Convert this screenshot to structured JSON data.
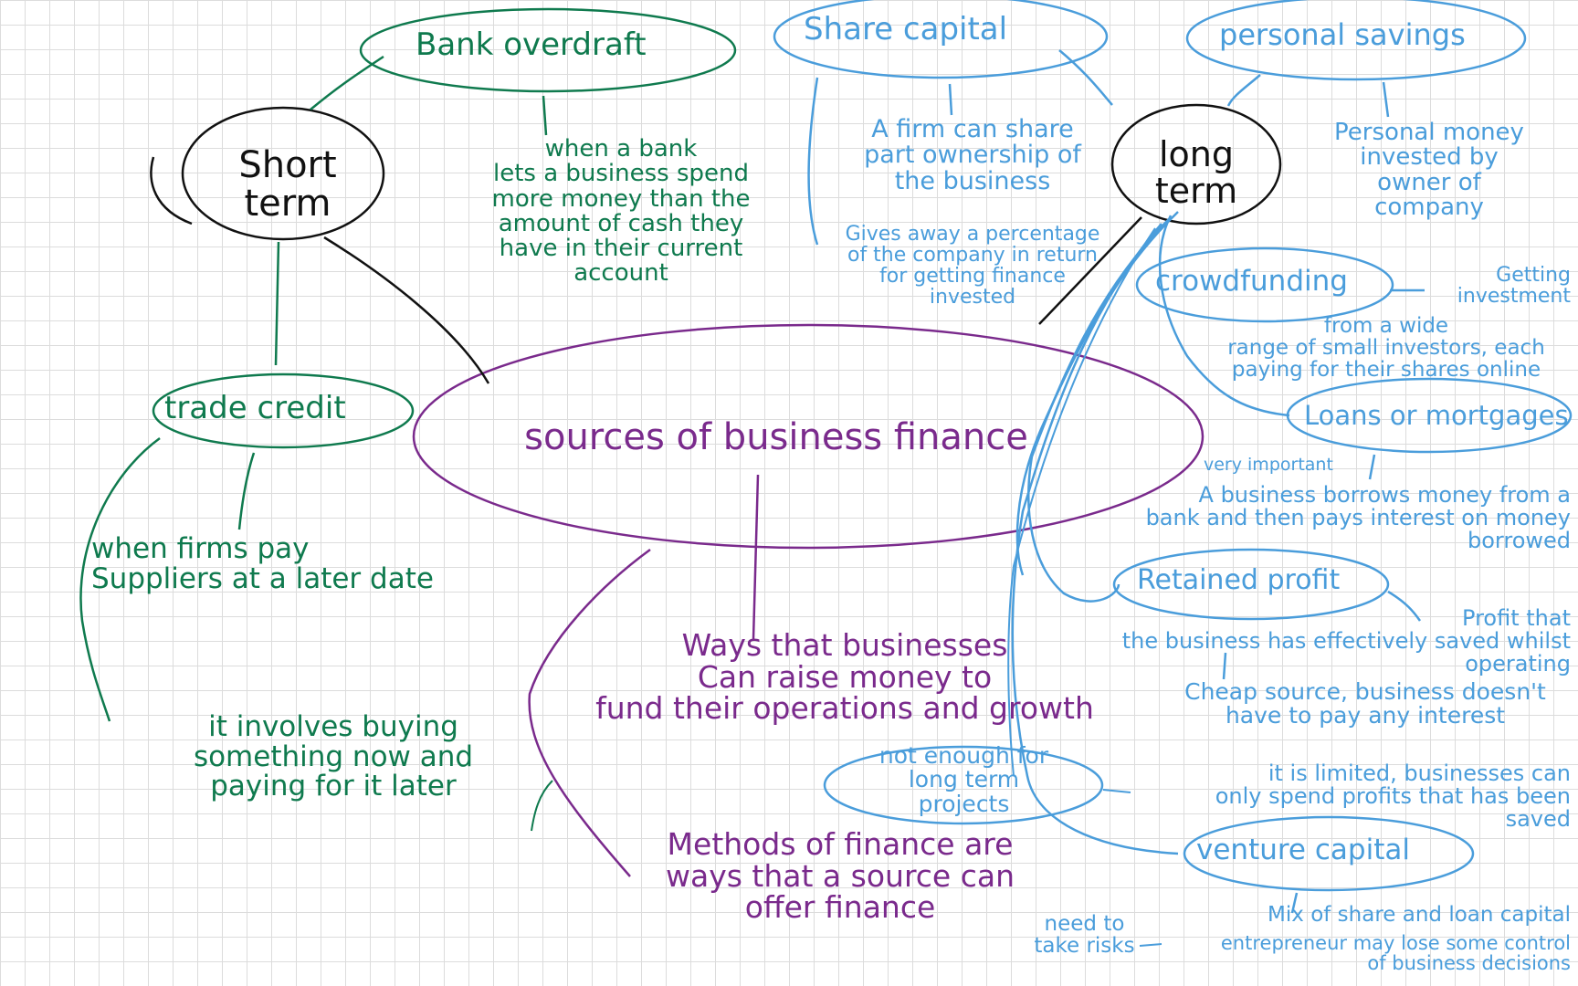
{
  "central": {
    "title": "sources of business finance",
    "definition": "Ways that businesses\nCan raise money to\nfund their operations and growth",
    "methods": "Methods of finance are\nways that a source can\noffer finance"
  },
  "short_term": {
    "label": "Short\nterm",
    "bank_overdraft": {
      "title": "Bank overdraft",
      "note": "when a bank\nlets a business spend\nmore money than the\namount of cash they\nhave in their current\naccount"
    },
    "trade_credit": {
      "title": "trade credit",
      "note": "when firms pay\nSuppliers at a later date",
      "note2": "it involves buying\nsomething now and\npaying for it later"
    }
  },
  "long_term": {
    "label": "long\nterm",
    "share_capital": {
      "title": "Share capital",
      "note": "A firm can share\npart ownership of\nthe business",
      "note2": "Gives away a percentage\nof the company in return\nfor getting finance\ninvested"
    },
    "personal_savings": {
      "title": "personal savings",
      "note": "Personal money\ninvested by\nowner of\ncompany"
    },
    "crowd_funding": {
      "title": "crowdfunding",
      "note_a": "Getting\ninvestment",
      "note_b": "from a wide\nrange of small investors, each\npaying for their shares online"
    },
    "loans": {
      "title": "Loans or mortgages",
      "very_important": "very important",
      "note": "A business borrows money from a\nbank and then pays interest on money\nborrowed"
    },
    "retained_profit": {
      "title": "Retained profit",
      "note_a": "Profit that\nthe business has effectively saved whilst\noperating",
      "note_b": "Cheap source, business doesn't\nhave to pay any interest",
      "not_enough": "not enough for\nlong term\nprojects",
      "limited": "it is limited, businesses can\nonly spend profits that has been\nsaved"
    },
    "venture_capital": {
      "title": "venture capital",
      "note": "Mix of share and loan capital",
      "need_risks": "need to\ntake risks",
      "note2": "entrepreneur may lose some control\nof business decisions"
    }
  },
  "colors": {
    "green": "#0f7a4e",
    "blue": "#4a9ddb",
    "purple": "#7a2a8c",
    "black": "#111111"
  }
}
